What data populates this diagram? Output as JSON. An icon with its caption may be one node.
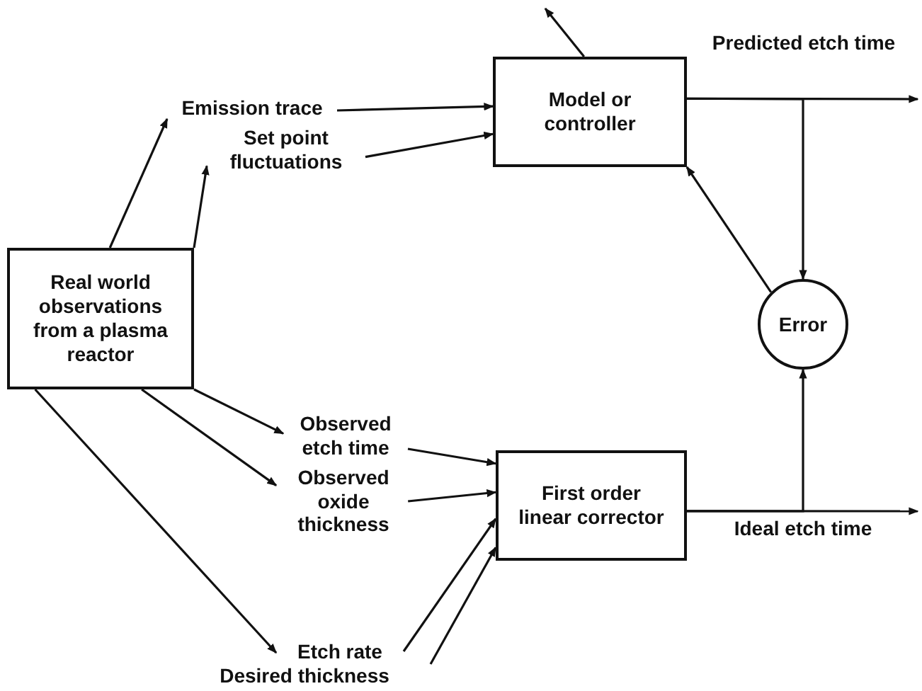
{
  "diagram": {
    "nodes": [
      {
        "text": [
          "Emission trace"
        ]
      },
      {
        "text": [
          "Model or controller"
        ]
      },
      {
        "text": [
          "Set point fluctuations"
        ]
      },
      {
        "text": [
          "Real world observations from a plasma reactor"
        ]
      },
      {
        "text": [
          "Error"
        ]
      },
      {
        "text": [
          "Observed etch time"
        ]
      },
      {
        "text": [
          "Observed oxide thickness"
        ]
      },
      {
        "text": [
          "First order linear corrector"
        ]
      },
      {
        "text": [
          "Etch rate"
        ]
      },
      {
        "text": [
          "Desired thickness"
        ]
      }
    ],
    "edges": [
      {
        "from": 3,
        "to": 0,
        "arrow": "to"
      },
      {
        "from": 3,
        "to": 2,
        "arrow": "to"
      },
      {
        "from": 0,
        "to": 1,
        "arrow": "to"
      },
      {
        "from": 2,
        "to": 1,
        "arrow": "to"
      },
      {
        "from": 1,
        "to": null,
        "arrow": "to"
      },
      {
        "from": 1,
        "to": null,
        "arrow": "to",
        "label": "Predicted etch time"
      },
      {
        "from": 1,
        "to": 4,
        "arrow": "to"
      },
      {
        "from": 4,
        "to": 1,
        "arrow": "to"
      },
      {
        "from": 3,
        "to": 5,
        "arrow": "to"
      },
      {
        "from": 3,
        "to": 6,
        "arrow": "to"
      },
      {
        "from": 3,
        "to": 8,
        "arrow": "to"
      },
      {
        "from": 5,
        "to": 7,
        "arrow": "to"
      },
      {
        "from": 6,
        "to": 7,
        "arrow": "to"
      },
      {
        "from": 8,
        "to": 7,
        "arrow": "to"
      },
      {
        "from": 9,
        "to": 7,
        "arrow": "to"
      },
      {
        "from": 7,
        "to": null,
        "arrow": "to",
        "label": "Ideal etch time"
      },
      {
        "from": 7,
        "to": 4,
        "arrow": "to"
      }
    ]
  }
}
